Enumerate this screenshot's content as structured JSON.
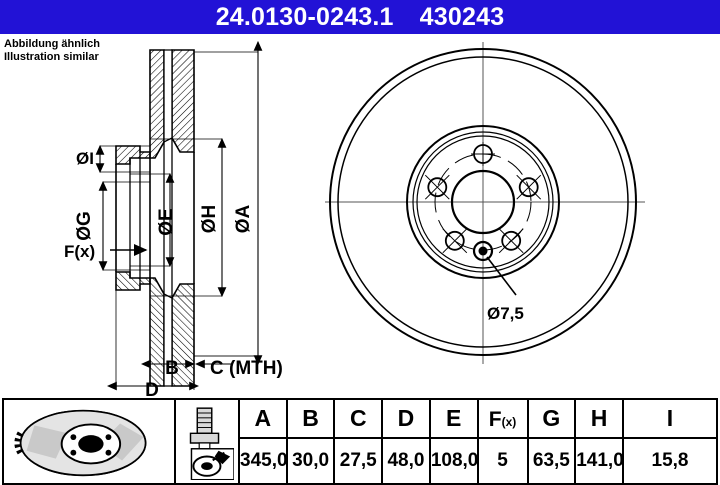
{
  "header": {
    "part_number": "24.0130-0243.1",
    "article_number": "430243",
    "background_color": "#2212d6",
    "text_color": "#ffffff"
  },
  "note": {
    "line_de": "Abbildung ähnlich",
    "line_en": "Illustration similar"
  },
  "drawing": {
    "section_view": {
      "name": "brake-disc-cross-section",
      "dimension_labels": [
        {
          "id": "diameter-i",
          "text": "ØI"
        },
        {
          "id": "diameter-g",
          "text": "ØG"
        },
        {
          "id": "diameter-e",
          "text": "ØE"
        },
        {
          "id": "diameter-h",
          "text": "ØH"
        },
        {
          "id": "diameter-a",
          "text": "ØA"
        },
        {
          "id": "force-fx",
          "text": "F(x)"
        },
        {
          "id": "thickness-b",
          "text": "B"
        },
        {
          "id": "min-thickness-c",
          "text": "C (MTH)"
        },
        {
          "id": "height-d",
          "text": "D"
        }
      ]
    },
    "front_view": {
      "name": "brake-disc-front-view",
      "bolt_hole_count": 5,
      "annotation": "Ø7,5"
    }
  },
  "table": {
    "icons": [
      {
        "id": "brake-disc-photo",
        "label": "brake-disc-icon"
      },
      {
        "id": "bolt-and-caliper",
        "label": "bolt-caliper-icon"
      }
    ],
    "headers": [
      "A",
      "B",
      "C",
      "D",
      "E",
      "F(x)",
      "G",
      "H",
      "I"
    ],
    "fx_header_main": "F",
    "fx_header_sub": "(x)",
    "values": [
      "345,0",
      "30,0",
      "27,5",
      "48,0",
      "108,0",
      "5",
      "63,5",
      "141,0",
      "15,8"
    ]
  }
}
